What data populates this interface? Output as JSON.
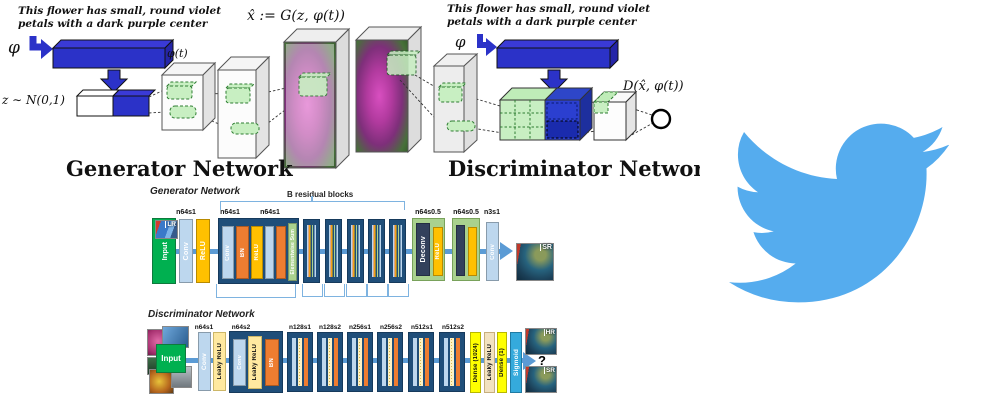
{
  "gan": {
    "caption_line1": "This flower has small, round violet",
    "caption_line2": "petals with a dark purple center",
    "phi": "φ",
    "phi_t": "φ(t)",
    "z_expr": "z ∼ N(0,1)",
    "formula": "x̂ := G(z, φ(t))",
    "generator_title": "Generator Network",
    "discriminator_title": "Discriminator Network",
    "d_expr": "D(x̂, φ(t))"
  },
  "srgan": {
    "generator": {
      "title": "Generator Network",
      "blocks_note": "B residual blocks",
      "labels": [
        "n64s1",
        "n64s1",
        "n64s1",
        "n64s0.5",
        "n64s0.5",
        "n3s1"
      ],
      "lr": "LR",
      "sr": "SR"
    },
    "discriminator": {
      "title": "Discriminator Network",
      "labels": [
        "n64s1",
        "n64s2",
        "n128s1",
        "n128s2",
        "n256s1",
        "n256s2",
        "n512s1",
        "n512s2"
      ],
      "hr": "HR",
      "sr": "SR",
      "question": "?"
    },
    "layers": {
      "input": "Input",
      "conv": "Conv",
      "relu": "ReLU",
      "bn": "BN",
      "esum": "Elementwise Sum",
      "deconv": "Deconv",
      "lrelu": "Leaky ReLU",
      "dense1024": "Dense (1024)",
      "dense1": "Dense (1)",
      "sigmoid": "Sigmoid"
    }
  },
  "twitter": {
    "color": "#55ACEE"
  },
  "colors": {
    "accent_line": "#5B9BD5",
    "navy_block": "#1F4E79",
    "orange_bn": "#ED7D31",
    "amber_relu": "#FFC000",
    "lightblue_conv": "#BDD7EE",
    "green_input": "#00B050",
    "green_container": "#A9D18E",
    "yellow_dense": "#FFFF00",
    "cyan_sigmoid": "#35AADC",
    "blue_embedding": "#2B32C8"
  }
}
